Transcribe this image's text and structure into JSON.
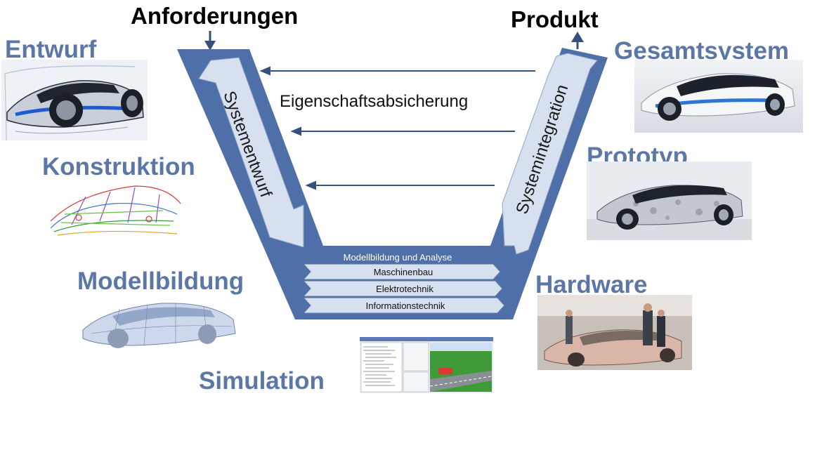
{
  "header": {
    "requirements": "Anforderungen",
    "product": "Produkt"
  },
  "stages_left": {
    "design": "Entwurf",
    "construction": "Konstruktion",
    "modeling": "Modellbildung",
    "simulation": "Simulation"
  },
  "stages_right": {
    "total_system": "Gesamtsystem",
    "prototype": "Prototyp",
    "hardware": "Hardware"
  },
  "v_model": {
    "left_arm": "Systementwurf",
    "right_arm": "Systemintegration",
    "middle": "Eigenschaftsabsicherung",
    "bottom_title": "Modellbildung und Analyse",
    "disciplines": [
      "Maschinenbau",
      "Elektrotechnik",
      "Informationstechnik"
    ]
  },
  "colors": {
    "v_blue": "#4e6fa8",
    "arrow_fill": "#d6e0ee",
    "label_blue": "#5b77a6"
  }
}
